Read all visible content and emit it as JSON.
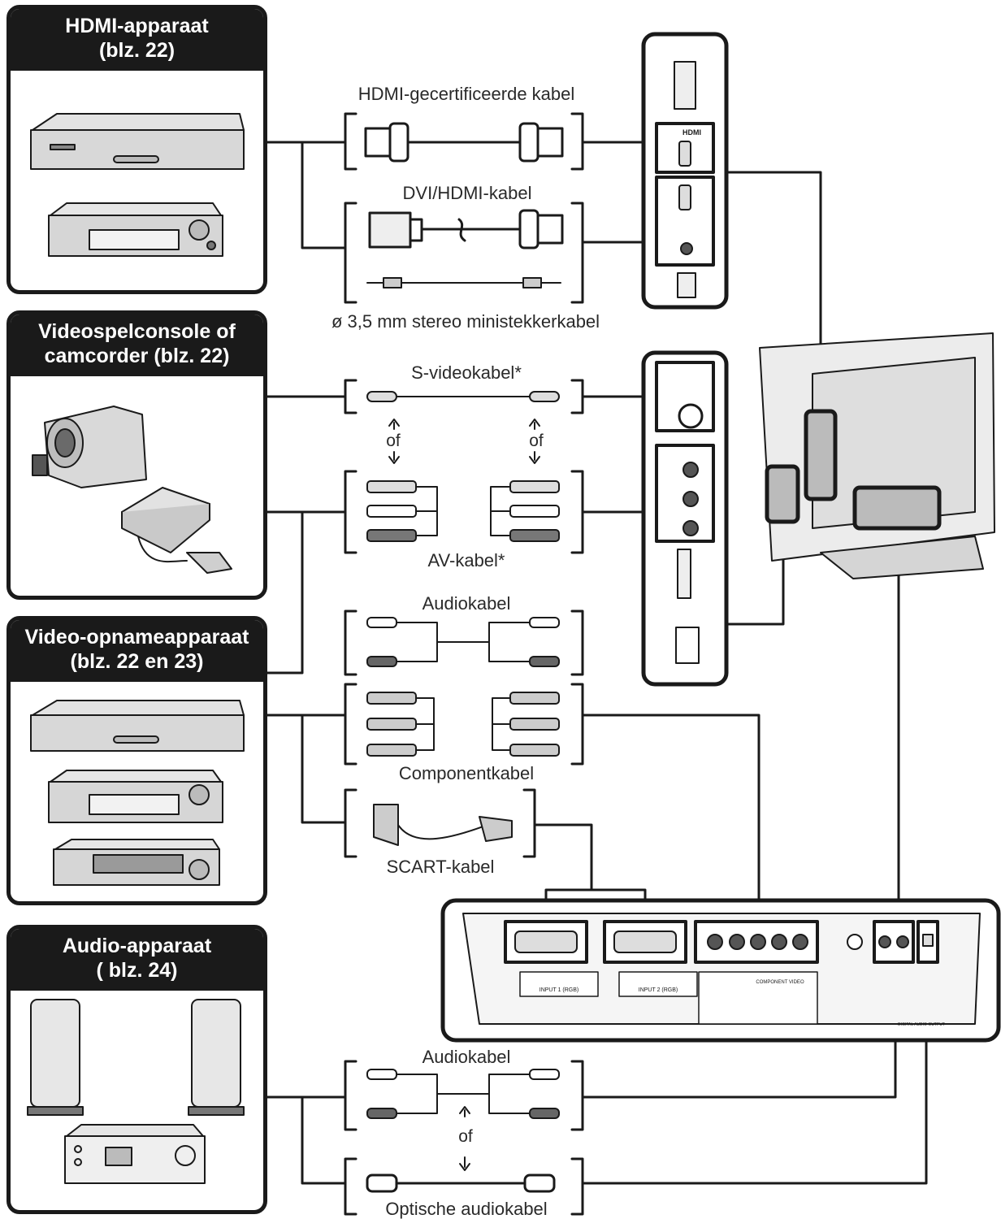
{
  "devices": {
    "hdmi": {
      "title_line1": "HDMI-apparaat",
      "title_line2": "(blz. 22)"
    },
    "game": {
      "title_line1": "Videospelconsole of",
      "title_line2": "camcorder (blz. 22)"
    },
    "recorder": {
      "title_line1": "Video-opnameapparaat",
      "title_line2": "(blz. 22 en 23)"
    },
    "audio": {
      "title_line1": "Audio-apparaat",
      "title_line2": "( blz. 24)"
    }
  },
  "cables": {
    "hdmi_certified": "HDMI-gecertificeerde kabel",
    "dvi_hdmi": "DVI/HDMI-kabel",
    "stereo_mini": "ø 3,5 mm stereo ministekkerkabel",
    "svideo": "S-videokabel*",
    "av": "AV-kabel*",
    "audio_top": "Audiokabel",
    "component": "Componentkabel",
    "scart": "SCART-kabel",
    "audio_bottom": "Audiokabel",
    "optical": "Optische audiokabel"
  },
  "separators": {
    "or_word": "of"
  },
  "panel_labels": {
    "hdmi_badge": "HDMI",
    "input1": "INPUT 1 (RGB)",
    "input2": "INPUT 2 (RGB)",
    "component_video": "COMPONENT VIDEO",
    "digital_audio": "DIGITAL AUDIO OUTPUT"
  }
}
